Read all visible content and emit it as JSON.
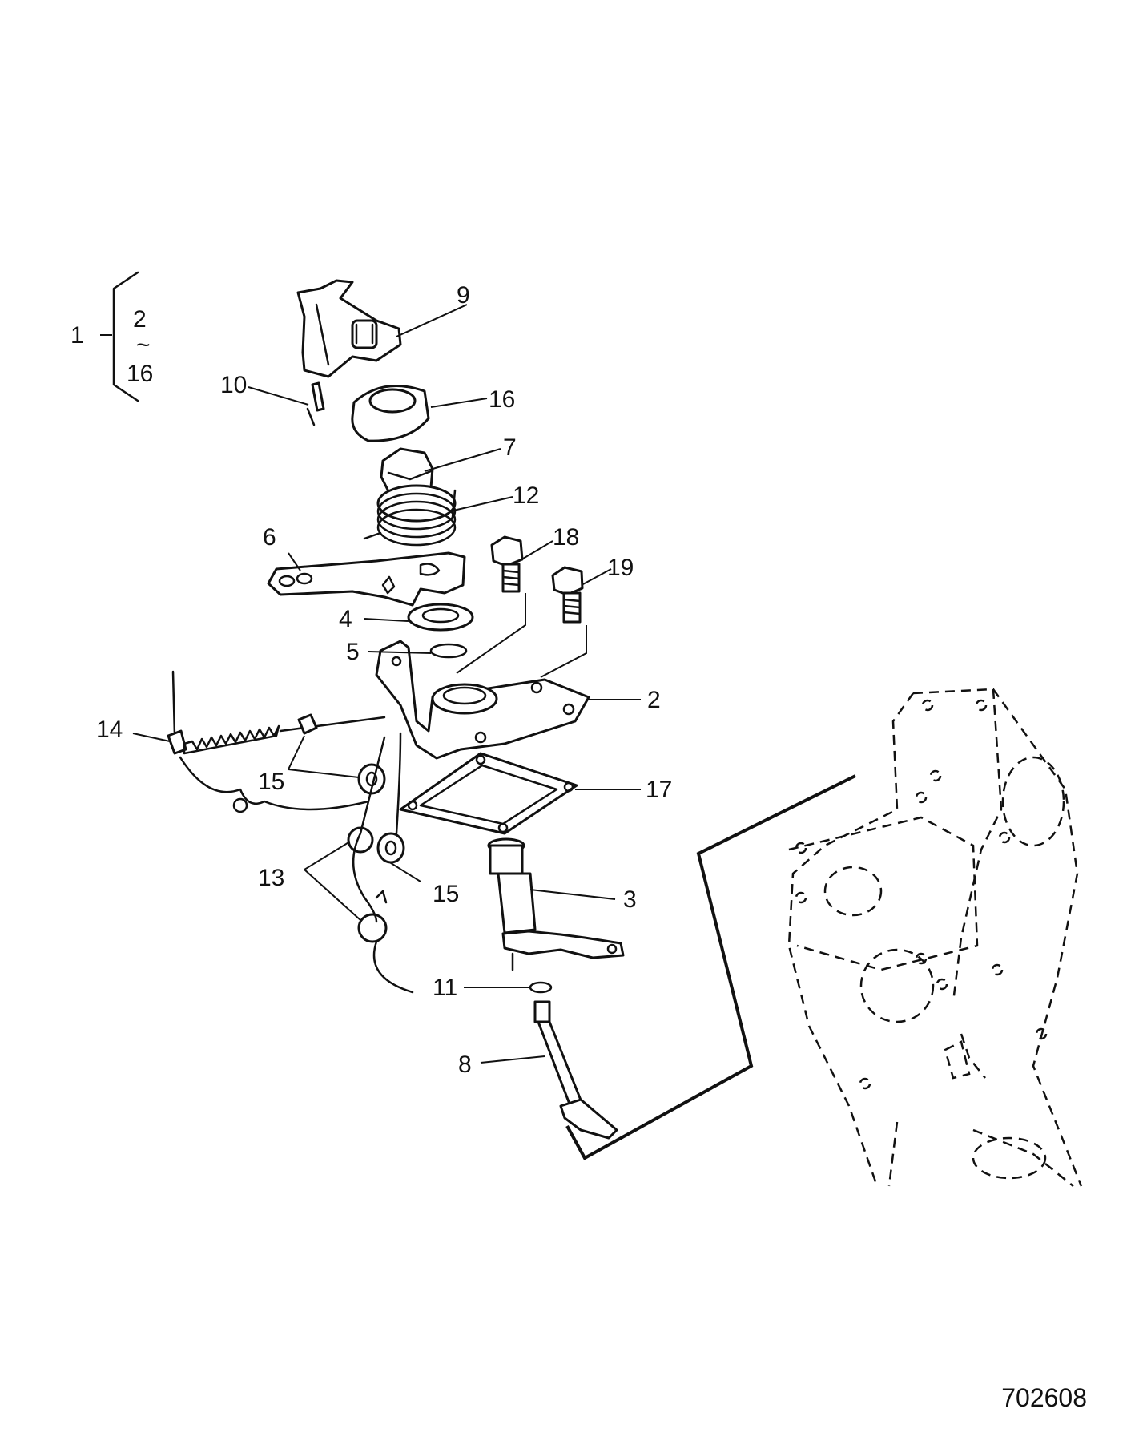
{
  "diagram": {
    "reference_number": "702608",
    "group": {
      "label": "1",
      "range_start": "2",
      "range_sep": "~",
      "range_end": "16"
    },
    "callouts": {
      "c2": "2",
      "c3": "3",
      "c4": "4",
      "c5": "5",
      "c6": "6",
      "c7": "7",
      "c8": "8",
      "c9": "9",
      "c10": "10",
      "c11": "11",
      "c12": "12",
      "c13": "13",
      "c14": "14",
      "c15a": "15",
      "c15b": "15",
      "c16": "16",
      "c17": "17",
      "c18": "18",
      "c19": "19"
    }
  }
}
